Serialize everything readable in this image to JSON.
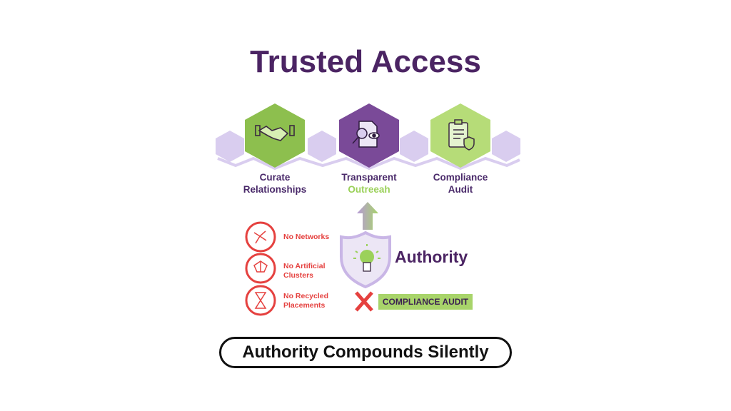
{
  "title": "Trusted Access",
  "steps": [
    {
      "line1": "Curate",
      "line2": "Relationships",
      "icon": "handshake-icon"
    },
    {
      "line1": "Transparent",
      "line2": "Outreeah",
      "icon": "document-search-icon"
    },
    {
      "line1": "Compliance",
      "line2": "Audit",
      "icon": "clipboard-shield-icon"
    }
  ],
  "negatives": [
    {
      "line1": "No Networks",
      "line2": "",
      "icon": "network-icon"
    },
    {
      "line1": "No Artificial",
      "line2": "Clusters",
      "icon": "cluster-icon"
    },
    {
      "line1": "No Recycled",
      "line2": "Placements",
      "icon": "hourglass-icon"
    }
  ],
  "authority": "Authority",
  "audit_badge": "COMPLIANCE AUDIT",
  "footer": "Authority Compounds Silently",
  "colors": {
    "purple": "#4b2463",
    "green": "#9bd15a",
    "lavender": "#d9cdef",
    "red": "#e5413f"
  }
}
